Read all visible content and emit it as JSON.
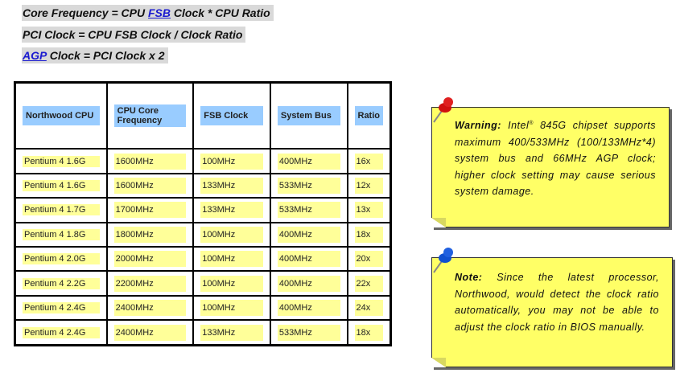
{
  "formulas": [
    {
      "pre": "Core Frequency = CPU ",
      "link": "FSB",
      "post": " Clock * CPU Ratio"
    },
    {
      "pre": "PCI Clock = CPU FSB Clock / Clock Ratio",
      "link": "",
      "post": ""
    },
    {
      "pre": "",
      "link": "AGP",
      "post": " Clock = PCI Clock x 2"
    }
  ],
  "table": {
    "headers": [
      "Northwood CPU",
      "CPU Core Frequency",
      "FSB Clock",
      "System Bus",
      "Ratio"
    ],
    "rows": [
      [
        "Pentium 4 1.6G",
        "1600MHz",
        "100MHz",
        "400MHz",
        "16x"
      ],
      [
        "Pentium 4 1.6G",
        "1600MHz",
        "133MHz",
        "533MHz",
        "12x"
      ],
      [
        "Pentium 4 1.7G",
        "1700MHz",
        "133MHz",
        "533MHz",
        "13x"
      ],
      [
        "Pentium 4 1.8G",
        "1800MHz",
        "100MHz",
        "400MHz",
        "18x"
      ],
      [
        "Pentium 4 2.0G",
        "2000MHz",
        "100MHz",
        "400MHz",
        "20x"
      ],
      [
        "Pentium 4 2.2G",
        "2200MHz",
        "100MHz",
        "400MHz",
        "22x"
      ],
      [
        "Pentium 4 2.4G",
        "2400MHz",
        "100MHz",
        "400MHz",
        "24x"
      ],
      [
        "Pentium 4 2.4G",
        "2400MHz",
        "133MHz",
        "533MHz",
        "18x"
      ]
    ]
  },
  "warning": {
    "label": "Warning:",
    "text1": " Intel",
    "sup": "®",
    "text2": " 845G chipset supports maximum 400/533MHz (100/133MHz*4) system bus and 66MHz AGP clock; higher clock setting may cause serious system damage."
  },
  "note": {
    "label": "Note:",
    "text": " Since the latest processor, Northwood, would detect the clock ratio automatically, you may not be able to adjust the clock ratio in BIOS manually."
  },
  "colors": {
    "header_hl": "#99ccff",
    "cell_hl": "#ffff99",
    "note_bg": "#ffff66",
    "warning_pin": "#d01010",
    "note_pin": "#1050d0"
  }
}
